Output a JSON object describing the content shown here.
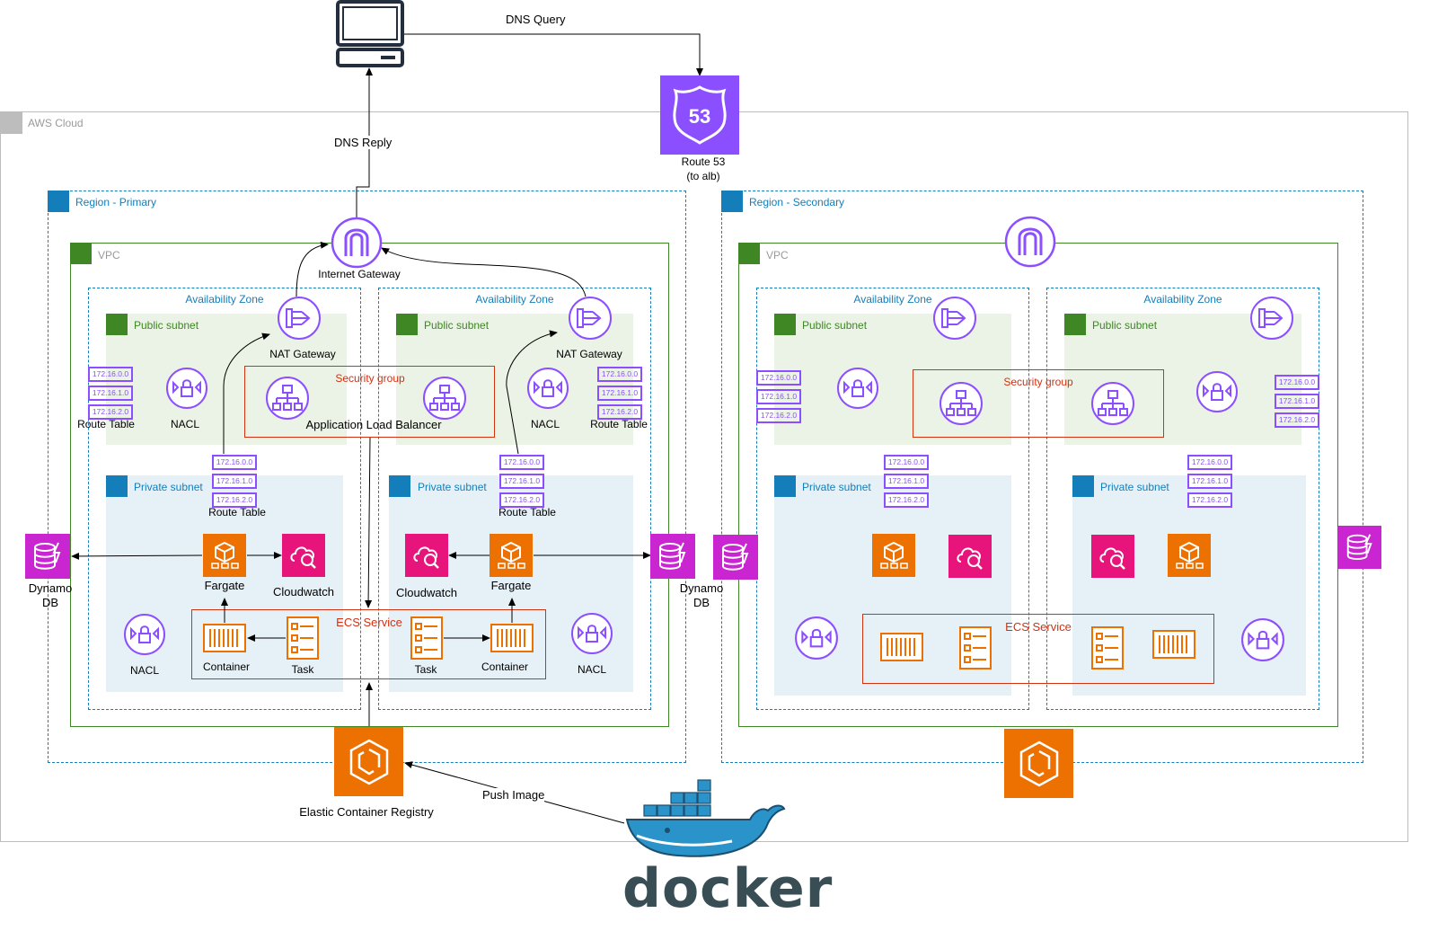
{
  "labels": {
    "dns_query": "DNS Query",
    "dns_reply": "DNS Reply",
    "route53_line1": "Route 53",
    "route53_line2": "(to alb)",
    "route53_badge": "53",
    "aws_cloud": "AWS Cloud",
    "region_primary": "Region - Primary",
    "region_secondary": "Region - Secondary",
    "vpc": "VPC",
    "internet_gateway": "Internet Gateway",
    "availability_zone": "Availability Zone",
    "public_subnet": "Public subnet",
    "private_subnet": "Private subnet",
    "nat_gateway": "NAT Gateway",
    "security_group": "Security group",
    "alb": "Application Load Balancer",
    "route_table": "Route Table",
    "nacl": "NACL",
    "fargate": "Fargate",
    "cloudwatch": "Cloudwatch",
    "dynamo_line1": "Dynamo",
    "dynamo_line2": "DB",
    "ecs_service": "ECS Service",
    "container": "Container",
    "task": "Task",
    "ecr": "Elastic Container Registry",
    "push_image": "Push Image",
    "docker": "docker"
  },
  "route_entries": [
    "172.16.0.0",
    "172.16.1.0",
    "172.16.2.0"
  ],
  "colors": {
    "network_purple": "#8c4fff",
    "compute_orange": "#ed7100",
    "monitor_pink": "#e7157b",
    "database_magenta": "#c925d1",
    "region_blue": "#147eba",
    "vpc_green": "#3f8624",
    "security_red": "#d13212",
    "docker_blue": "#1d63ed"
  }
}
